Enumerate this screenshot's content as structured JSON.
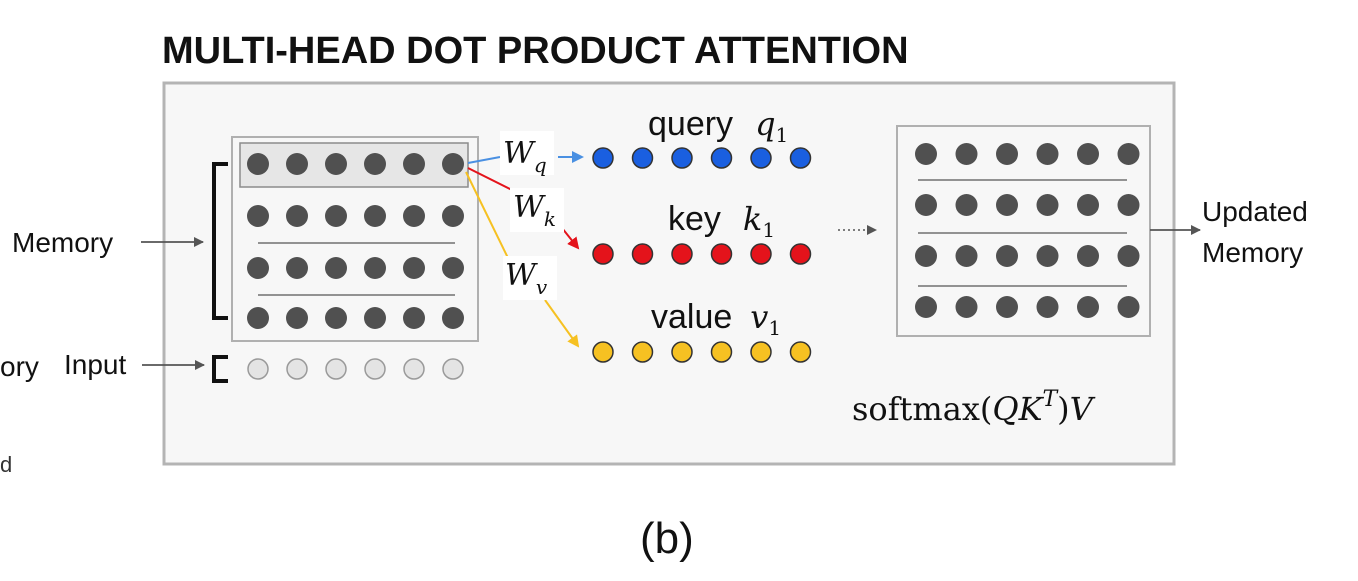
{
  "title": "MULTI-HEAD DOT PRODUCT ATTENTION",
  "caption": "(b)",
  "left_clip_fragments": [
    "ory",
    "d"
  ],
  "labels": {
    "memory": "Memory",
    "input": "Input",
    "updated_memory_line1": "Updated",
    "updated_memory_line2": "Memory"
  },
  "projections": {
    "wq": {
      "base": "W",
      "sub": "q"
    },
    "wk": {
      "base": "W",
      "sub": "k"
    },
    "wv": {
      "base": "W",
      "sub": "v"
    }
  },
  "vectors": {
    "query": {
      "word": "query",
      "sym": "q",
      "sub": "1",
      "color": "#1a5fe0"
    },
    "key": {
      "word": "key",
      "sym": "k",
      "sub": "1",
      "color": "#e4131b"
    },
    "value": {
      "word": "value",
      "sym": "v",
      "sub": "1",
      "color": "#f6c122"
    }
  },
  "formula": {
    "fn": "softmax",
    "q": "Q",
    "k": "K",
    "sup": "T",
    "v": "V"
  },
  "colors": {
    "memory_dot": "#505050",
    "input_dot": "#e4e4e4",
    "panel_bg": "#f7f7f7",
    "panel_border": "#b4b4b4",
    "arrow_q": "#4a90e2",
    "arrow_k": "#e4131b",
    "arrow_v": "#f6c122"
  },
  "memory_rows": 4,
  "dots_per_row": 6
}
